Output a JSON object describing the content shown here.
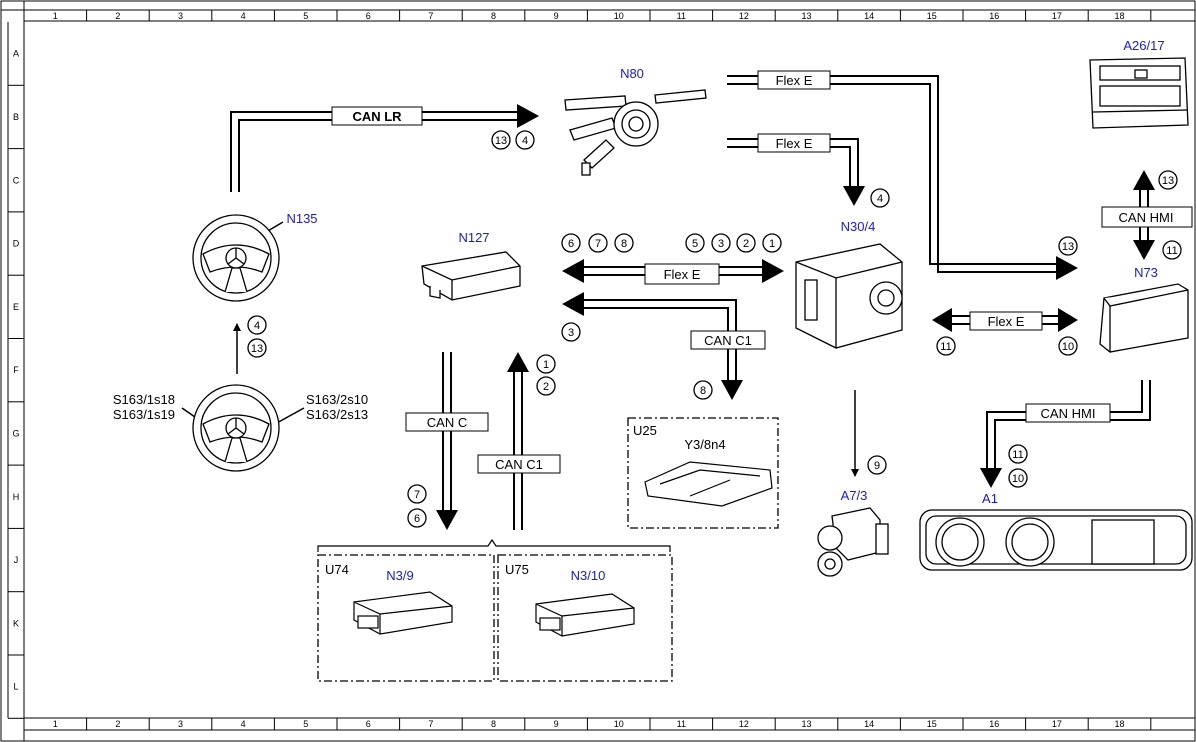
{
  "grid": {
    "columns": [
      "1",
      "2",
      "3",
      "4",
      "5",
      "6",
      "7",
      "8",
      "9",
      "10",
      "11",
      "12",
      "13",
      "14",
      "15",
      "16",
      "17",
      "18"
    ],
    "rows": [
      "A",
      "B",
      "C",
      "D",
      "E",
      "F",
      "G",
      "H",
      "J",
      "K",
      "L"
    ]
  },
  "components": {
    "n80": "N80",
    "a26_17": "A26/17",
    "n135": "N135",
    "n127": "N127",
    "n30_4": "N30/4",
    "n73": "N73",
    "a7_3": "A7/3",
    "a1": "A1",
    "u25": "U25",
    "y3_8n4": "Y3/8n4",
    "u74": "U74",
    "n3_9": "N3/9",
    "u75": "U75",
    "n3_10": "N3/10",
    "s163_1s18": "S163/1s18",
    "s163_1s19": "S163/1s19",
    "s163_2s10": "S163/2s10",
    "s163_2s13": "S163/2s13"
  },
  "buses": {
    "can_lr": "CAN LR",
    "flex_e_top": "Flex E",
    "flex_e_mid": "Flex E",
    "flex_e_center": "Flex E",
    "flex_e_right": "Flex E",
    "can_hmi_top": "CAN HMI",
    "can_hmi_bottom": "CAN HMI",
    "can_c1_right": "CAN C1",
    "can_c": "CAN C",
    "can_c1_left": "CAN C1"
  },
  "steps": {
    "can_lr_a": "13",
    "can_lr_b": "4",
    "n30_in": "4",
    "flex_left_1": "6",
    "flex_left_2": "7",
    "flex_left_3": "8",
    "flex_right_1": "5",
    "flex_right_2": "3",
    "flex_right_3": "2",
    "flex_right_4": "1",
    "n127_down": "3",
    "can_c1_down": "8",
    "steering_up_a": "4",
    "steering_up_b": "13",
    "can_c1_up_a": "1",
    "can_c1_up_b": "2",
    "can_c_down_a": "7",
    "can_c_down_b": "6",
    "a7_down": "9",
    "n73_in": "13",
    "can_hmi_up": "13",
    "can_hmi_down": "11",
    "flex_right_left": "11",
    "flex_right_right": "10",
    "a1_a": "11",
    "a1_b": "10"
  }
}
